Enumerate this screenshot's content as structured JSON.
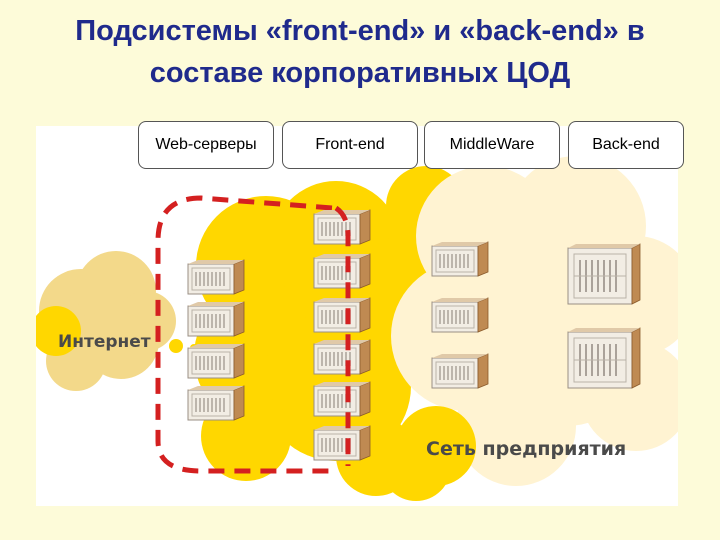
{
  "title": {
    "line1": "Подсистемы «front-end» и «back-end» в",
    "line2": "составе корпоративных ЦОД"
  },
  "columns": [
    {
      "label": "Web-серверы"
    },
    {
      "label": "Front-end"
    },
    {
      "label": "MiddleWare"
    },
    {
      "label": "Back-end"
    }
  ],
  "diagram": {
    "internet_label": "Интернет",
    "enterprise_label": "Сеть предприятия"
  },
  "colors": {
    "title": "#1f2a8c",
    "background": "#fdfbd9",
    "cloud_yellow": "#ffd700",
    "cloud_beige": "#fff3d2",
    "internet_cloud": "#f3d98a",
    "dashed_line": "#d42020",
    "server_face": "#f2ede4",
    "server_side": "#bf8a52"
  }
}
